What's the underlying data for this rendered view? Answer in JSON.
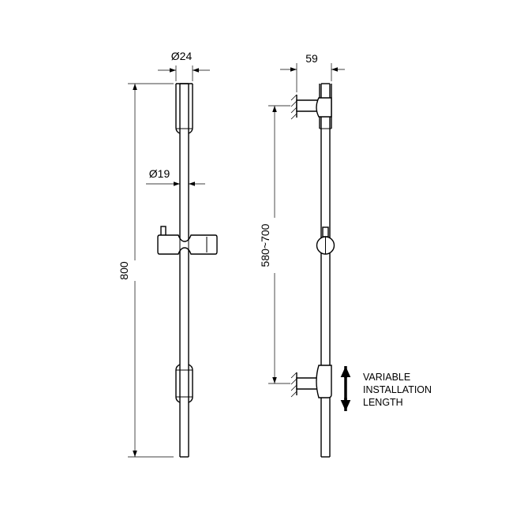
{
  "front_view": {
    "dim_top_diameter": "Ø24",
    "dim_bar_diameter": "Ø19",
    "dim_overall_length": "800"
  },
  "side_view": {
    "dim_depth": "59",
    "dim_bracket_spacing": "580~700",
    "note_line1": "VARIABLE",
    "note_line2": "INSTALLATION",
    "note_line3": "LENGTH"
  }
}
